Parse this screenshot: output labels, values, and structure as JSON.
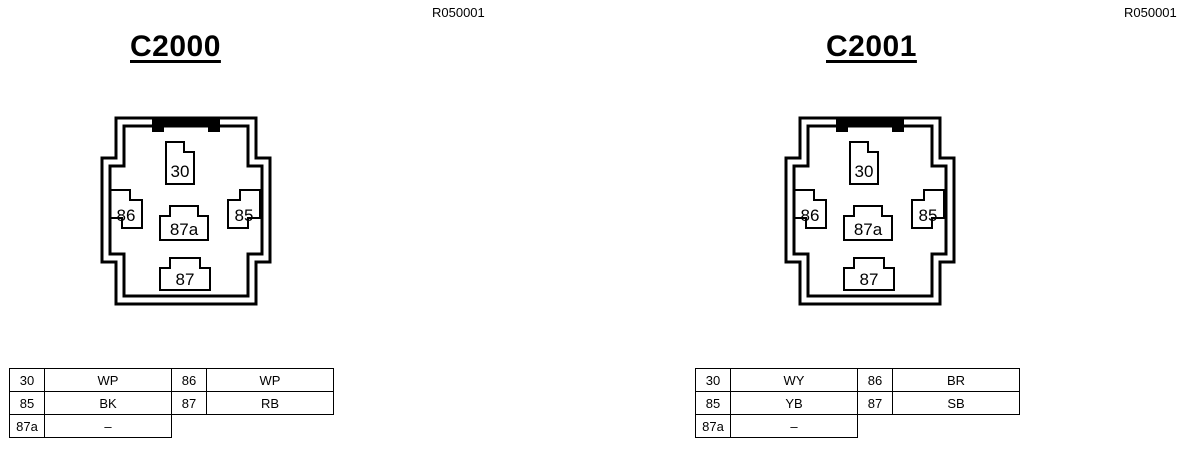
{
  "diagrams": [
    {
      "ref_code": "R050001",
      "title": "C2000",
      "pins": {
        "p30": "30",
        "p86": "86",
        "p85": "85",
        "p87a": "87a",
        "p87": "87"
      },
      "table": [
        {
          "pin1": "30",
          "color1": "WP",
          "pin2": "86",
          "color2": "WP"
        },
        {
          "pin1": "85",
          "color1": "BK",
          "pin2": "87",
          "color2": "RB"
        },
        {
          "pin1": "87a",
          "color1": "–"
        }
      ]
    },
    {
      "ref_code": "R050001",
      "title": "C2001",
      "pins": {
        "p30": "30",
        "p86": "86",
        "p85": "85",
        "p87a": "87a",
        "p87": "87"
      },
      "table": [
        {
          "pin1": "30",
          "color1": "WY",
          "pin2": "86",
          "color2": "BR"
        },
        {
          "pin1": "85",
          "color1": "YB",
          "pin2": "87",
          "color2": "SB"
        },
        {
          "pin1": "87a",
          "color1": "–"
        }
      ]
    }
  ]
}
